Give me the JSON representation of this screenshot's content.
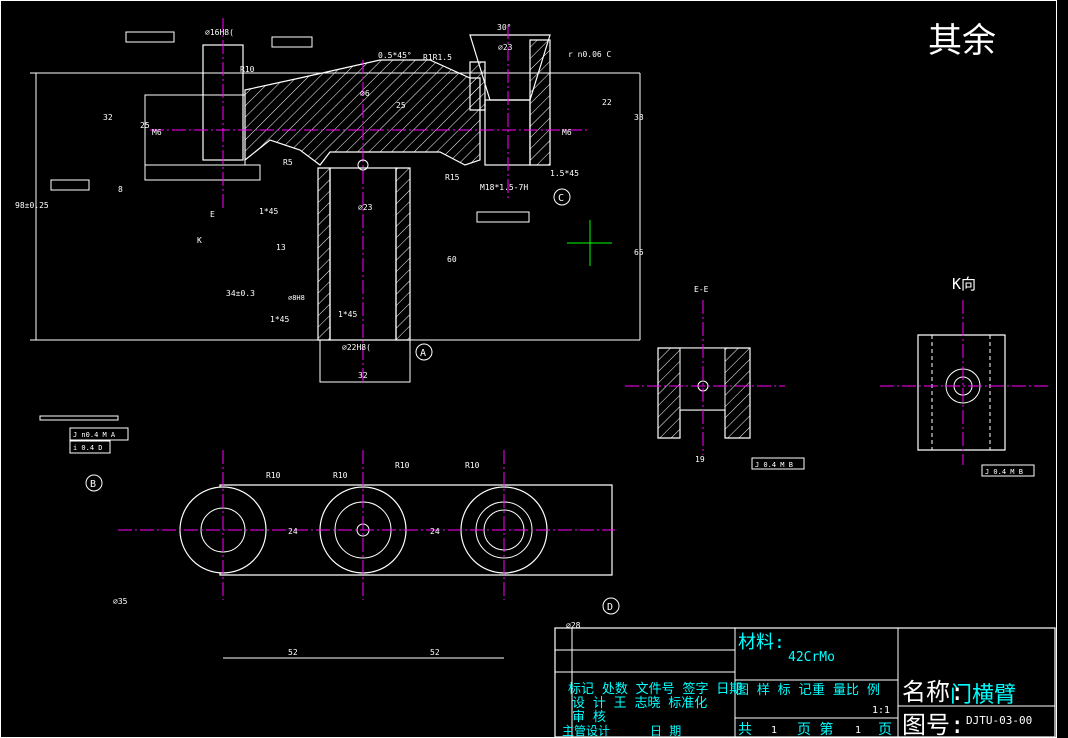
{
  "header": {
    "surface_note": "其余"
  },
  "views": {
    "main_section": {
      "dims": {
        "d16": "⌀16H8(",
        "r10": "R10",
        "c05": "0.5*45°",
        "r1": "R1R1.5",
        "d23": "⌀23",
        "ang30": "30°",
        "flat": "r n0.06 C",
        "d6": "⌀6",
        "w25": "25",
        "h22": "22",
        "h32": "32",
        "h25": "25",
        "h33": "33",
        "m6": "M6",
        "m6b": "M6",
        "h8": "8",
        "r5": "R5",
        "h98": "98±0.25",
        "e": "E",
        "c1": "1*45",
        "m18": "M18*1.5-7H",
        "c15": "1.5*45",
        "dC": "C",
        "k": "K",
        "h13": "13",
        "h34": "34±0.3",
        "h60": "60",
        "h65": "65",
        "c1b": "1*45",
        "c1c": "1*45",
        "d22": "⌀22H8(",
        "dA": "A",
        "w32": "32",
        "d23b": "⌀23",
        "d8": "⌀8H8",
        "r15": "R15"
      }
    },
    "ee_view": {
      "title": "E-E",
      "dim19": "19",
      "tol": "J 0.4 M B"
    },
    "k_view": {
      "title": "K向",
      "tol": "J 0.4 M B"
    },
    "plan_view": {
      "tol1": "J n0.4 M A",
      "tol2": "i 0.4 D",
      "datumB": "B",
      "datumD": "D",
      "r10a": "R10",
      "r10b": "R10",
      "r10c": "R10",
      "r10d": "R10",
      "w24a": "24",
      "w24b": "24",
      "d35": "⌀35",
      "d28": "⌀28",
      "l52a": "52",
      "l52b": "52"
    }
  },
  "title_block": {
    "material_label": "材料:",
    "material": "42CrMo",
    "name_label": "名称:",
    "part_name": "门横臂",
    "drawing_no_label": "图号:",
    "drawing_no": "DJTU-03-00",
    "scale": "1:1",
    "row_mark": "标记 处数 文件号 签字 日期",
    "row_design": "设 计 王 志晓 标准化",
    "row_review": "审 核",
    "row_chief": "主管设计",
    "row_date": "日 期",
    "stage": "图 样 标 记",
    "weight": "重 量",
    "ratio": "比 例",
    "sheet_total": "共",
    "sheet_total_val": "1",
    "sheet_label": "页 第",
    "sheet_val": "1",
    "sheet_end": "页"
  },
  "colors": {
    "outline": "#ffffff",
    "center": "#ff00ff",
    "dim": "#ffffff",
    "hatch": "#ffffff",
    "cyan": "#00ffff",
    "green": "#00ff00"
  }
}
